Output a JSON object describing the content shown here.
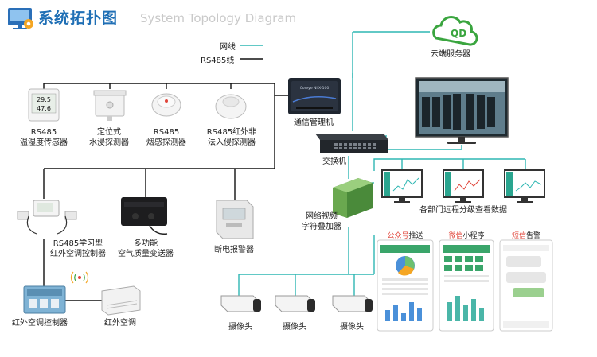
{
  "header": {
    "title": "系统拓扑图",
    "subtitle": "System Topology Diagram"
  },
  "legend": {
    "network": "网线",
    "rs485": "RS485线"
  },
  "colors": {
    "title": "#1f6fb5",
    "network_line": "#2fb7b3",
    "rs485_line": "#111111",
    "cloud": "#3aa53f",
    "push_wechat": "#e0453a",
    "push_miniapp": "#e0453a",
    "push_sms": "#e0453a"
  },
  "nodes": {
    "cloud": {
      "logo": "QD",
      "label": "云端服务器"
    },
    "comm_manager": {
      "label": "通信管理机",
      "device_text": "Coreye NI-X-100"
    },
    "switch": {
      "label": "交换机"
    },
    "video_overlay": {
      "line1": "网络视频",
      "line2": "字符叠加器"
    },
    "remote_view": {
      "label": "各部门远程分级查看数据"
    },
    "sensor_th": {
      "line1": "RS485",
      "line2": "温湿度传感器",
      "reading1": "29.5",
      "reading2": "47.6"
    },
    "sensor_water": {
      "line1": "定位式",
      "line2": "水浸探测器"
    },
    "sensor_smoke": {
      "line1": "RS485",
      "line2": "烟感探测器"
    },
    "sensor_ir": {
      "line1": "RS485红外非",
      "line2": "法入侵探测器"
    },
    "ac_learner": {
      "line1": "RS485学习型",
      "line2": "红外空调控制器"
    },
    "air_quality": {
      "line1": "多功能",
      "line2": "空气质量变送器"
    },
    "power_alarm": {
      "label": "断电报警器"
    },
    "ac_controller": {
      "label": "红外空调控制器"
    },
    "ac_unit": {
      "label": "红外空调"
    },
    "cameras": [
      {
        "label": "摄像头"
      },
      {
        "label": "摄像头"
      },
      {
        "label": "摄像头"
      }
    ]
  },
  "push": {
    "wechat": {
      "prefix": "公众号",
      "suffix": "推送"
    },
    "miniapp": {
      "prefix": "微信",
      "suffix": "小程序"
    },
    "sms": {
      "prefix": "短信",
      "suffix": "告警"
    }
  }
}
